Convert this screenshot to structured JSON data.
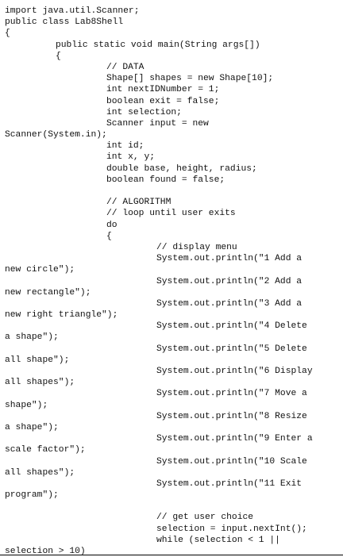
{
  "lines": [
    {
      "indent": 0,
      "text": "import java.util.Scanner;"
    },
    {
      "indent": 0,
      "text": "public class Lab8Shell"
    },
    {
      "indent": 0,
      "text": "{"
    },
    {
      "indent": 1,
      "text": "public static void main(String args[])"
    },
    {
      "indent": 1,
      "text": "{"
    },
    {
      "indent": 2,
      "text": "// DATA"
    },
    {
      "indent": 2,
      "text": "Shape[] shapes = new Shape[10];"
    },
    {
      "indent": 2,
      "text": "int nextIDNumber = 1;"
    },
    {
      "indent": 2,
      "text": "boolean exit = false;"
    },
    {
      "indent": 2,
      "text": "int selection;"
    },
    {
      "indent": 2,
      "text": "Scanner input = new"
    },
    {
      "indent": 0,
      "text": "Scanner(System.in);"
    },
    {
      "indent": 2,
      "text": "int id;"
    },
    {
      "indent": 2,
      "text": "int x, y;"
    },
    {
      "indent": 2,
      "text": "double base, height, radius;"
    },
    {
      "indent": 2,
      "text": "boolean found = false;"
    },
    {
      "indent": 0,
      "text": ""
    },
    {
      "indent": 2,
      "text": "// ALGORITHM"
    },
    {
      "indent": 2,
      "text": "// loop until user exits"
    },
    {
      "indent": 2,
      "text": "do"
    },
    {
      "indent": 2,
      "text": "{"
    },
    {
      "indent": 3,
      "text": "// display menu"
    },
    {
      "indent": 3,
      "text": "System.out.println(\"1 Add a"
    },
    {
      "indent": 0,
      "text": "new circle\");"
    },
    {
      "indent": 3,
      "text": "System.out.println(\"2 Add a"
    },
    {
      "indent": 0,
      "text": "new rectangle\");"
    },
    {
      "indent": 3,
      "text": "System.out.println(\"3 Add a"
    },
    {
      "indent": 0,
      "text": "new right triangle\");"
    },
    {
      "indent": 3,
      "text": "System.out.println(\"4 Delete"
    },
    {
      "indent": 0,
      "text": "a shape\");"
    },
    {
      "indent": 3,
      "text": "System.out.println(\"5 Delete"
    },
    {
      "indent": 0,
      "text": "all shape\");"
    },
    {
      "indent": 3,
      "text": "System.out.println(\"6 Display"
    },
    {
      "indent": 0,
      "text": "all shapes\");"
    },
    {
      "indent": 3,
      "text": "System.out.println(\"7 Move a"
    },
    {
      "indent": 0,
      "text": "shape\");"
    },
    {
      "indent": 3,
      "text": "System.out.println(\"8 Resize"
    },
    {
      "indent": 0,
      "text": "a shape\");"
    },
    {
      "indent": 3,
      "text": "System.out.println(\"9 Enter a"
    },
    {
      "indent": 0,
      "text": "scale factor\");"
    },
    {
      "indent": 3,
      "text": "System.out.println(\"10 Scale"
    },
    {
      "indent": 0,
      "text": "all shapes\");"
    },
    {
      "indent": 3,
      "text": "System.out.println(\"11 Exit"
    },
    {
      "indent": 0,
      "text": "program\");"
    },
    {
      "indent": 0,
      "text": ""
    },
    {
      "indent": 3,
      "text": "// get user choice"
    },
    {
      "indent": 3,
      "text": "selection = input.nextInt();"
    },
    {
      "indent": 3,
      "text": "while (selection < 1 ||"
    },
    {
      "indent": 0,
      "text": "selection > 10)"
    }
  ]
}
